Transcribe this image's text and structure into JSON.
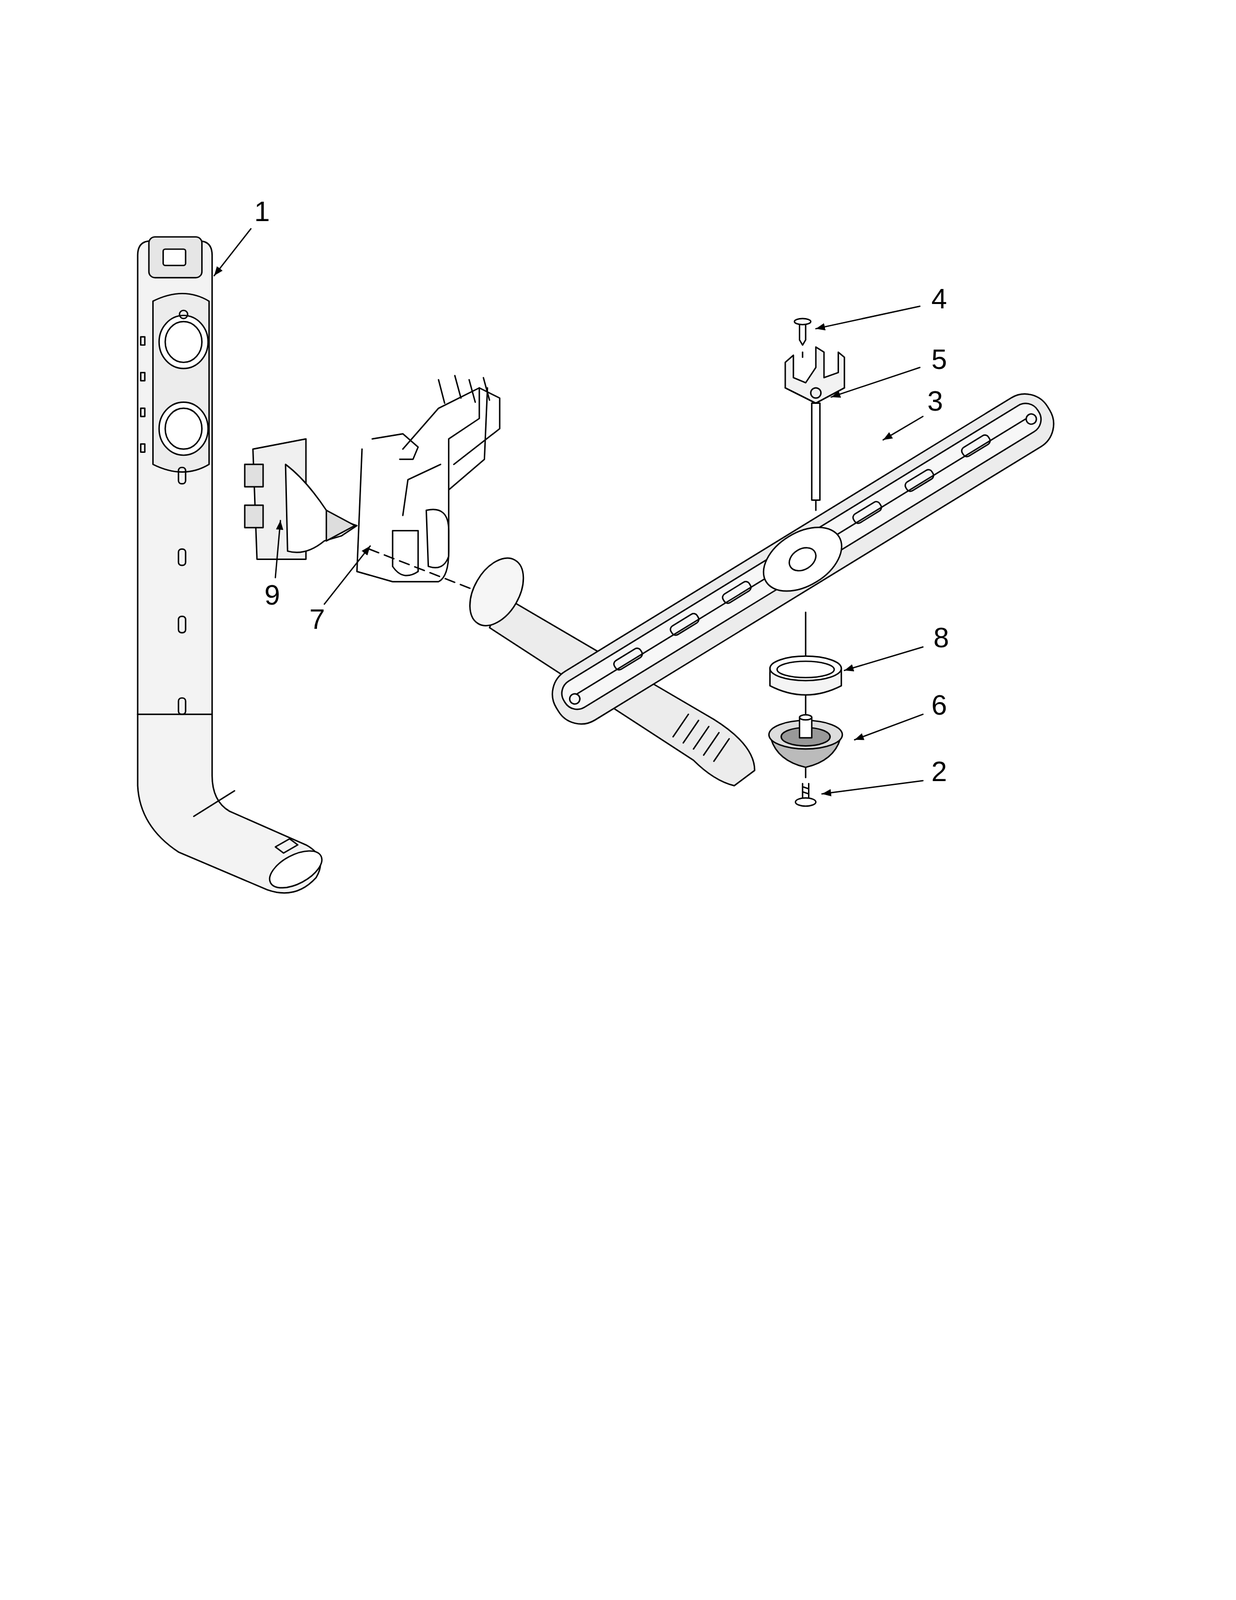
{
  "diagram": {
    "labels": [
      "1",
      "4",
      "5",
      "3",
      "9",
      "7",
      "8",
      "6",
      "2"
    ]
  }
}
